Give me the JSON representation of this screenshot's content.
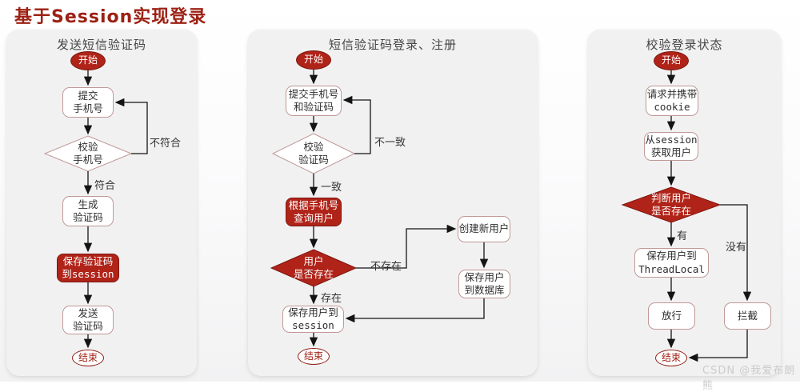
{
  "main": {
    "title": "基于Session实现登录",
    "watermark": "CSDN @我爱布朗熊"
  },
  "colors": {
    "accent_red_fill": "#b02318",
    "accent_red_border": "#7f170e",
    "title_red": "#9c2113",
    "node_border_rose": "#bf9995",
    "card_background": "#f1f1f2",
    "line_color": "#141414",
    "watermark_gray": "#cbcbcb"
  },
  "panels": [
    {
      "title": "发送短信验证码",
      "nodes": {
        "start": "开始",
        "submit_phone": "提交\n手机号",
        "check_phone": "校验\n手机号",
        "gen_code": "生成\n验证码",
        "save_code": "保存验证码\n到session",
        "send_code": "发送\n验证码",
        "end": "结束"
      },
      "edge_labels": {
        "no_match": "不符合",
        "match": "符合"
      }
    },
    {
      "title": "短信验证码登录、注册",
      "nodes": {
        "start": "开始",
        "submit": "提交手机号\n和验证码",
        "check_code": "校验\n验证码",
        "query_user": "根据手机号\n查询用户",
        "user_exists": "用户\n是否存在",
        "create_user": "创建新用户",
        "save_db": "保存用户\n到数据库",
        "save_session": "保存用户到\nsession",
        "end": "结束"
      },
      "edge_labels": {
        "mismatch": "不一致",
        "consistent": "一致",
        "not_exist": "不存在",
        "exist": "存在"
      }
    },
    {
      "title": "校验登录状态",
      "nodes": {
        "start": "开始",
        "request_cookie": "请求并携带\ncookie",
        "get_user": "从session\n获取用户",
        "judge_user": "判断用户\n是否存在",
        "save_threadlocal": "保存用户到\nThreadLocal",
        "pass": "放行",
        "intercept": "拦截",
        "end": "结束"
      },
      "edge_labels": {
        "has": "有",
        "has_not": "没有"
      }
    }
  ]
}
